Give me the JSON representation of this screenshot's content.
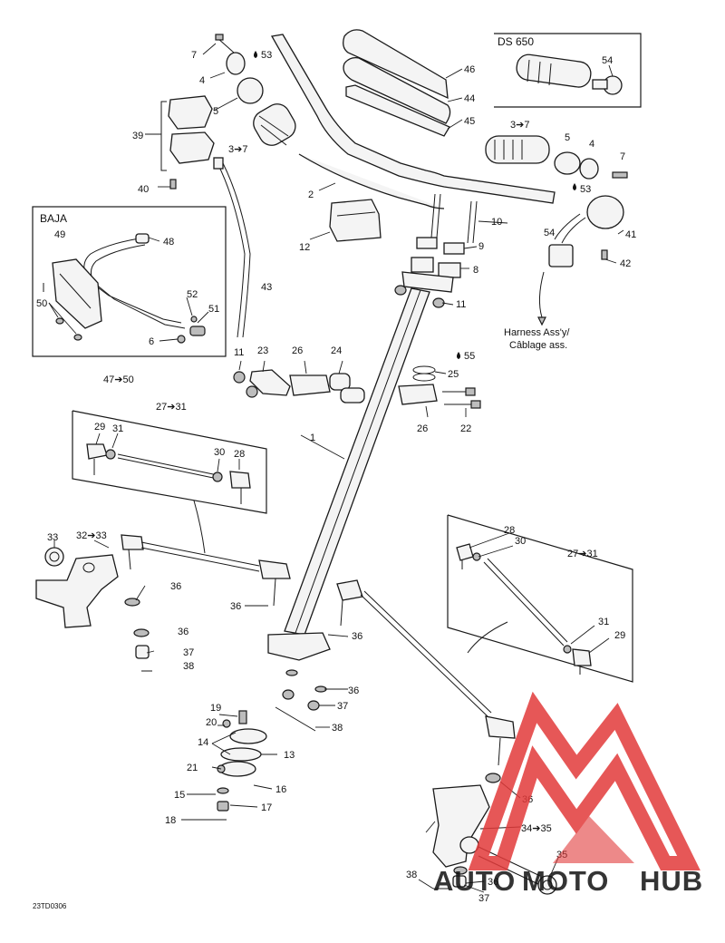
{
  "diagram": {
    "sections": {
      "ds650": "DS 650",
      "baja": "BAJA"
    },
    "notes": {
      "harness_en": "Harness Ass'y/",
      "harness_fr": "Câblage ass."
    },
    "figure_code": "23TD0306",
    "labels": {
      "l1": "1",
      "l2": "2",
      "l3to7a": "3➔7",
      "l3to7b": "3➔7",
      "l4a": "4",
      "l4b": "4",
      "l5a": "5",
      "l5b": "5",
      "l6": "6",
      "l7a": "7",
      "l7b": "7",
      "l8": "8",
      "l9": "9",
      "l10": "10",
      "l11a": "11",
      "l11b": "11",
      "l12": "12",
      "l13": "13",
      "l14": "14",
      "l15": "15",
      "l16": "16",
      "l17": "17",
      "l18": "18",
      "l19": "19",
      "l20": "20",
      "l21": "21",
      "l22": "22",
      "l23": "23",
      "l24": "24",
      "l25": "25",
      "l26a": "26",
      "l26b": "26",
      "l27to31a": "27➔31",
      "l27to31b": "27➔31",
      "l28a": "28",
      "l28b": "28",
      "l29a": "29",
      "l29b": "29",
      "l30a": "30",
      "l30b": "30",
      "l31a": "31",
      "l31b": "31",
      "l32to33": "32➔33",
      "l33": "33",
      "l34to35": "34➔35",
      "l35": "35",
      "l36a": "36",
      "l36b": "36",
      "l36c": "36",
      "l36d": "36",
      "l36e": "36",
      "l36f": "36",
      "l36g": "36",
      "l37a": "37",
      "l37b": "37",
      "l37c": "37",
      "l38a": "38",
      "l38b": "38",
      "l38c": "38",
      "l39": "39",
      "l40": "40",
      "l41": "41",
      "l42": "42",
      "l43": "43",
      "l44": "44",
      "l45": "45",
      "l46": "46",
      "l47to50": "47➔50",
      "l48": "48",
      "l49": "49",
      "l50": "50",
      "l51": "51",
      "l52": "52",
      "l53a": "53",
      "l53b": "53",
      "l54a": "54",
      "l54b": "54",
      "l55": "55"
    }
  },
  "watermark": {
    "brand_auto": "AUTO",
    "brand_moto": "MOTO",
    "brand_hub": "HUB",
    "colors": {
      "red": "#e23a3a",
      "orange": "#f2a01c",
      "gray": "#6b6b6b"
    }
  }
}
